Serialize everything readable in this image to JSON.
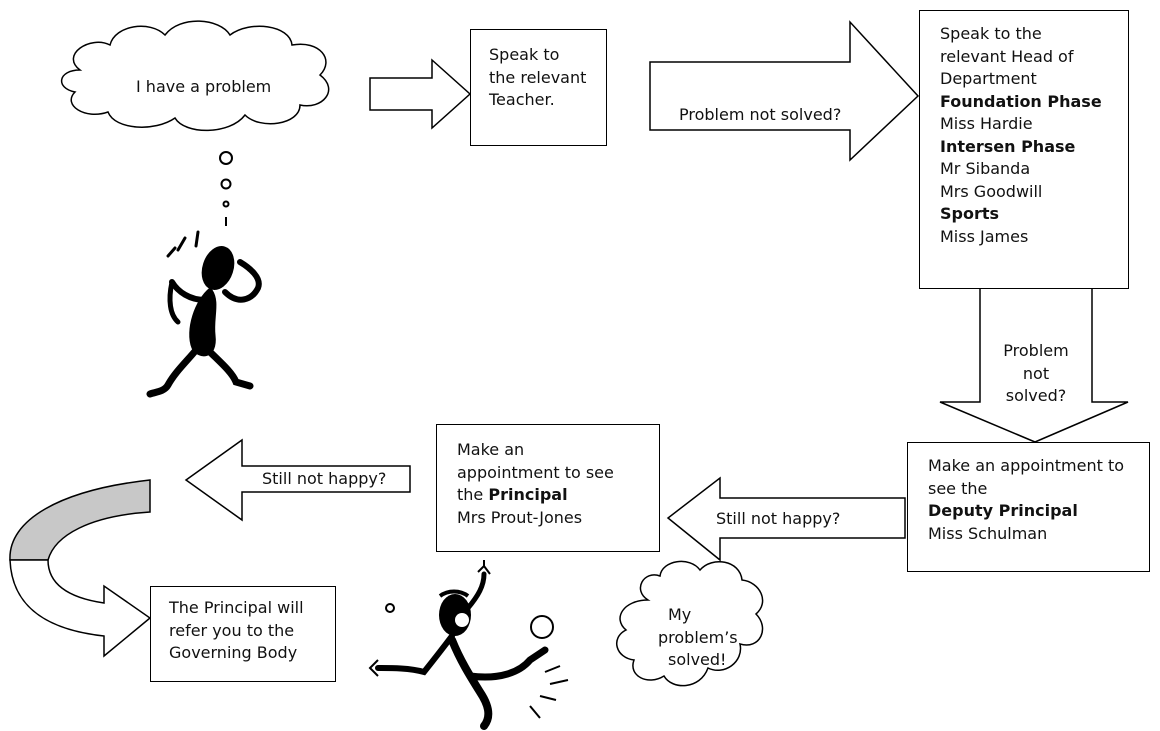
{
  "cloud_start": {
    "text": "I have a problem"
  },
  "box_teacher": {
    "lines": [
      "Speak to",
      "the relevant",
      "Teacher."
    ]
  },
  "arrow_1": {
    "label": "Problem not solved?"
  },
  "box_hod": {
    "intro": [
      "Speak to the",
      "relevant Head of",
      "Department"
    ],
    "groups": [
      {
        "heading": "Foundation Phase",
        "names": [
          "Miss Hardie"
        ]
      },
      {
        "heading": "Intersen Phase",
        "names": [
          "Mr Sibanda",
          "Mrs Goodwill"
        ]
      },
      {
        "heading": "Sports",
        "names": [
          "Miss James"
        ]
      }
    ]
  },
  "arrow_down": {
    "lines": [
      "Problem",
      "not",
      "solved?"
    ]
  },
  "box_deputy": {
    "lines": [
      "Make an appointment to",
      "see the"
    ],
    "role": "Deputy Principal",
    "name": "Miss Schulman"
  },
  "arrow_2": {
    "label": "Still not happy?"
  },
  "box_principal": {
    "lines": [
      "Make an",
      "appointment to see",
      "the"
    ],
    "role": "Principal",
    "name": "Mrs Prout-Jones"
  },
  "arrow_3": {
    "label": "Still not happy?"
  },
  "box_governing": {
    "lines": [
      "The Principal will",
      "refer you to the",
      "Governing Body"
    ]
  },
  "cloud_end": {
    "lines": [
      "My",
      "problem’s",
      "solved!"
    ]
  }
}
